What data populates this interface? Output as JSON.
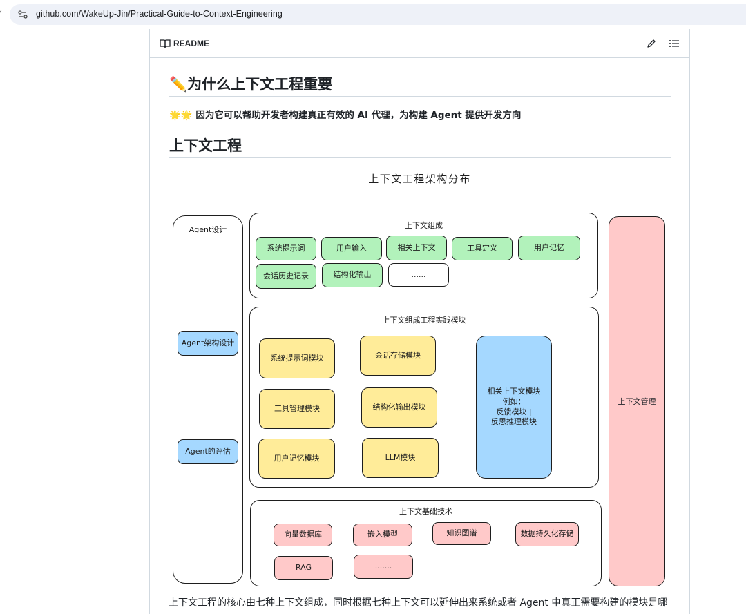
{
  "browser": {
    "url": "github.com/WakeUp-Jin/Practical-Guide-to-Context-Engineering"
  },
  "readme": {
    "label": "README",
    "section1_title": "✏️为什么上下文工程重要",
    "section1_text": "🌟🌟 因为它可以帮助开发者构建真正有效的 AI 代理，为构建 Agent 提供开发方向",
    "section2_title": "上下文工程",
    "bottom_text": "上下文工程的核心由七种上下文组成，同时根据七种上下文可以延伸出来系统或者 Agent 中真正需要构建的模块是哪"
  },
  "diagram": {
    "title": "上下文工程架构分布",
    "left_column": {
      "title": "Agent设计",
      "items": [
        "Agent架构设计",
        "Agent的评估"
      ]
    },
    "right_column": {
      "title": "上下文管理"
    },
    "composition": {
      "title": "上下文组成",
      "items": [
        "系统提示词",
        "用户输入",
        "相关上下文",
        "工具定义",
        "用户记忆",
        "会话历史记录",
        "结构化输出",
        "......"
      ]
    },
    "practice": {
      "title": "上下文组成工程实践模块",
      "items": [
        "系统提示词模块",
        "会话存储模块",
        "工具管理模块",
        "结构化输出模块",
        "用户记忆模块",
        "LLM模块"
      ],
      "related": [
        "相关上下文模块",
        "例如：",
        "反馈模块 |",
        "反思推理模块"
      ]
    },
    "foundation": {
      "title": "上下文基础技术",
      "items": [
        "向量数据库",
        "嵌入模型",
        "知识图谱",
        "数据持久化存储",
        "RAG",
        "......."
      ]
    },
    "colors": {
      "green": "#b2f2bb",
      "yellow": "#ffec99",
      "blue": "#a5d8ff",
      "red": "#ffc9c9"
    }
  }
}
